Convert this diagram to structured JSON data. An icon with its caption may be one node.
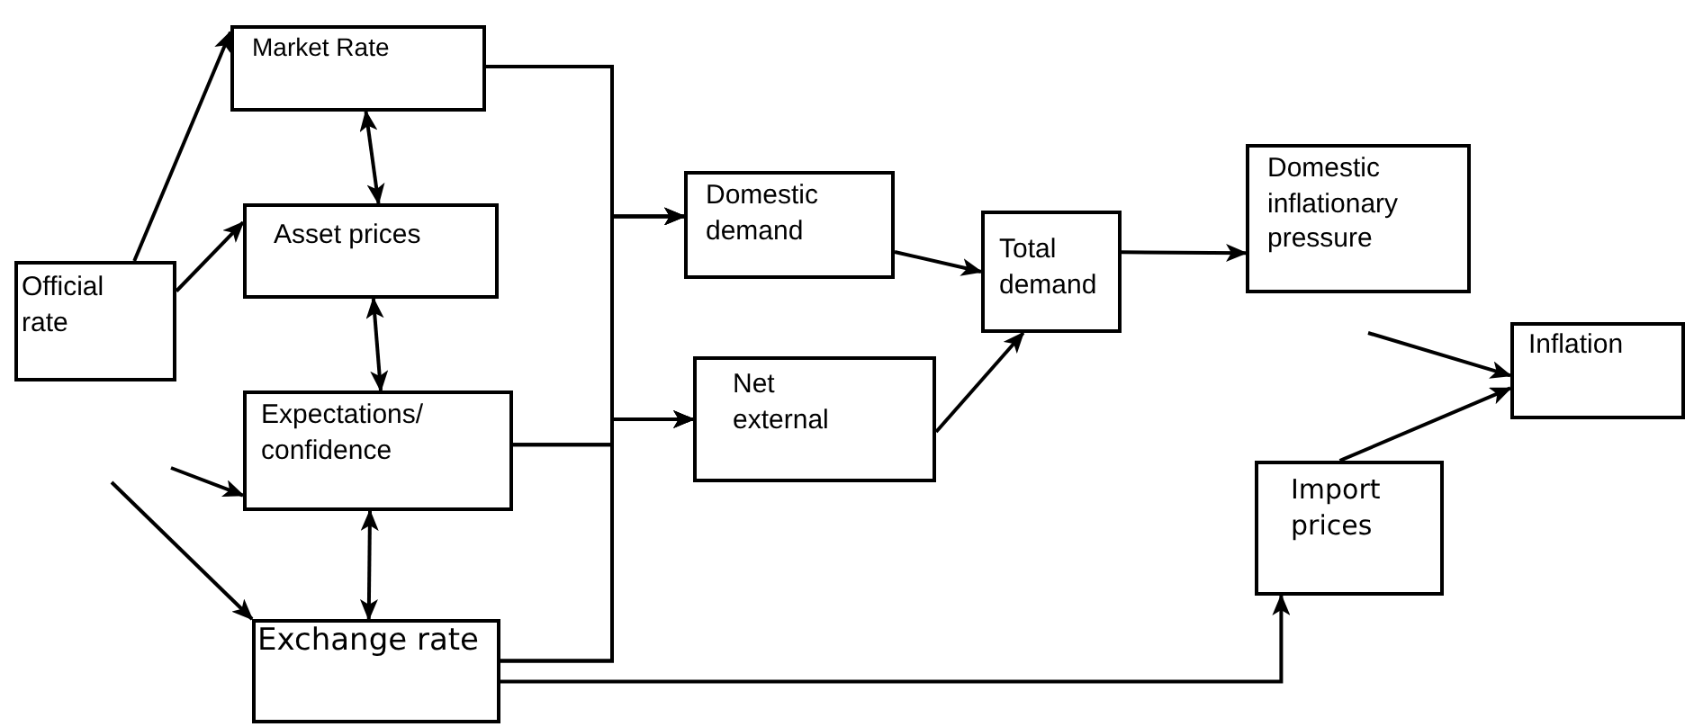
{
  "diagram": {
    "nodes": [
      {
        "text": [
          "Official rate"
        ]
      },
      {
        "text": [
          "Market Rate"
        ]
      },
      {
        "text": [
          "Asset prices"
        ]
      },
      {
        "text": [
          "Expectations/ confidence"
        ]
      },
      {
        "text": [
          "Exchange rate"
        ]
      },
      {
        "text": [
          "Domestic demand"
        ]
      },
      {
        "text": [
          "Total demand"
        ]
      },
      {
        "text": [
          "Net external"
        ]
      },
      {
        "text": [
          "Domestic inflationary pressure"
        ]
      },
      {
        "text": [
          "Inflation"
        ]
      },
      {
        "text": [
          "Import prices"
        ]
      }
    ],
    "edges": [
      {
        "from": 0,
        "to": 1,
        "arrow": "to"
      },
      {
        "from": 0,
        "to": 2,
        "arrow": "to"
      },
      {
        "from": null,
        "to": 3,
        "arrow": "to"
      },
      {
        "from": null,
        "to": 4,
        "arrow": "to"
      },
      {
        "from": 1,
        "to": 2,
        "arrow": "both"
      },
      {
        "from": 2,
        "to": 3,
        "arrow": "both"
      },
      {
        "from": 3,
        "to": 4,
        "arrow": "both"
      },
      {
        "from": 1,
        "to": 5,
        "arrow": "to"
      },
      {
        "from": 1,
        "to": 7,
        "arrow": "to"
      },
      {
        "from": 3,
        "to": 5,
        "arrow": "to"
      },
      {
        "from": 3,
        "to": 7,
        "arrow": "to"
      },
      {
        "from": 4,
        "to": 5,
        "arrow": "to"
      },
      {
        "from": 4,
        "to": 7,
        "arrow": "to"
      },
      {
        "from": 5,
        "to": 6,
        "arrow": "to"
      },
      {
        "from": 7,
        "to": 6,
        "arrow": "to"
      },
      {
        "from": 6,
        "to": 8,
        "arrow": "to"
      },
      {
        "from": null,
        "to": 9,
        "arrow": "to"
      },
      {
        "from": 10,
        "to": 9,
        "arrow": "to"
      },
      {
        "from": 4,
        "to": 10,
        "arrow": "to"
      }
    ]
  }
}
